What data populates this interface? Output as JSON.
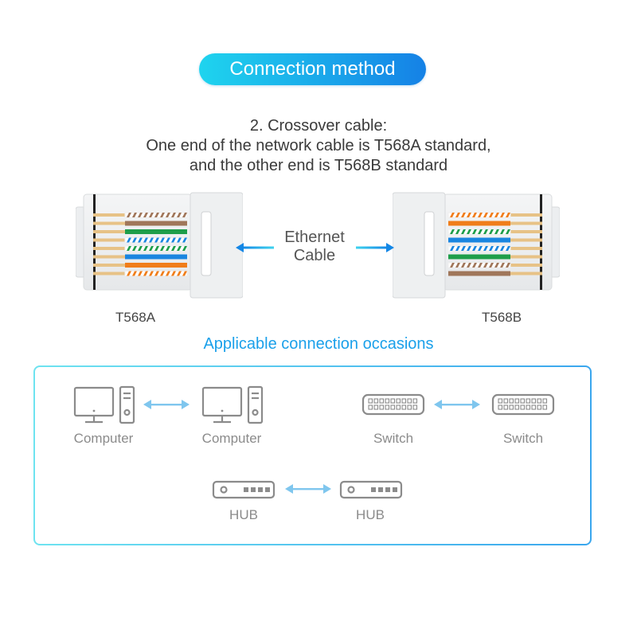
{
  "header": {
    "title": "Connection method"
  },
  "subtitle": {
    "line1": "2. Crossover cable:",
    "line2": "One end of the network cable is T568A standard,",
    "line3": "and the other end is T568B standard"
  },
  "connectors": {
    "left_label": "T568A",
    "right_label": "T568B",
    "cable_label_line1": "Ethernet",
    "cable_label_line2": "Cable"
  },
  "occasions": {
    "title": "Applicable connection occasions",
    "pairs": [
      {
        "left": "Computer",
        "right": "Computer",
        "icon": "computer-icon"
      },
      {
        "left": "Switch",
        "right": "Switch",
        "icon": "switch-icon"
      },
      {
        "left": "HUB",
        "right": "HUB",
        "icon": "hub-icon"
      }
    ]
  },
  "colors": {
    "accent_start": "#1fd4ee",
    "accent_end": "#1581e6",
    "arrow_blue": "#1aa7ea",
    "icon_gray": "#8b8b8b",
    "wire_orange": "#f07d1a",
    "wire_green": "#1e9e4a",
    "wire_blue": "#1a86e0",
    "wire_brown": "#a0765a"
  }
}
